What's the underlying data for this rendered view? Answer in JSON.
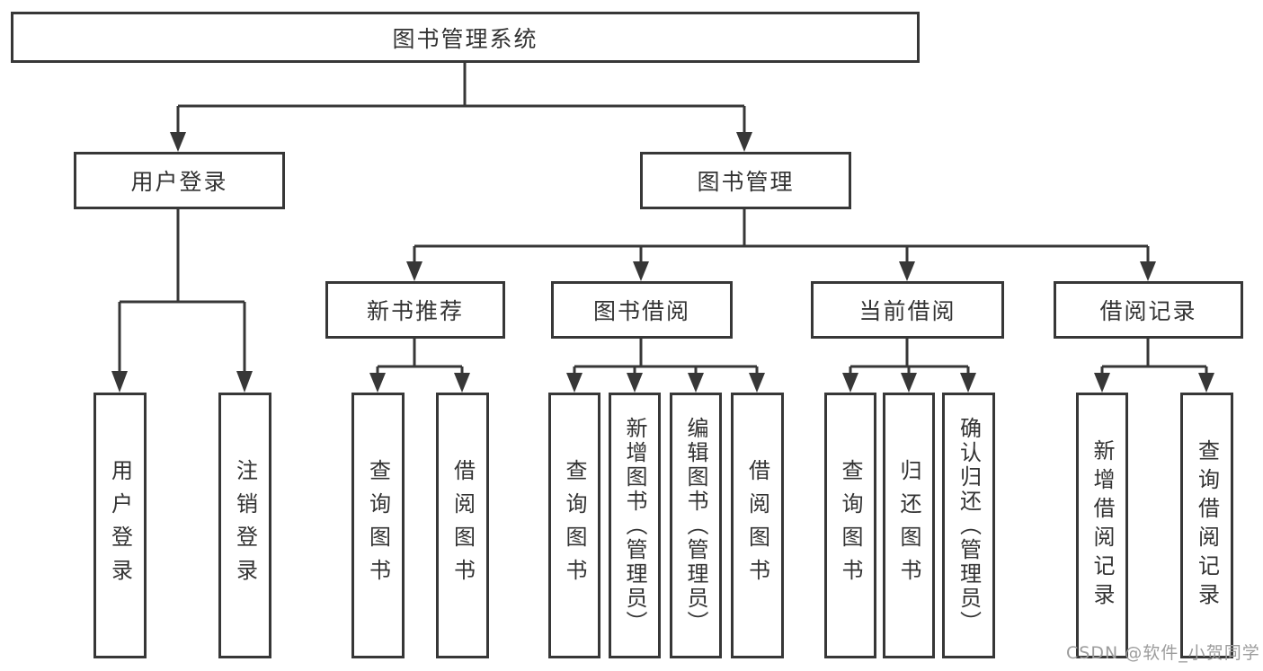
{
  "tree": {
    "root": {
      "label": "图书管理系统"
    },
    "branches": [
      {
        "label": "用户登录",
        "children": [
          {
            "label": "用户登录"
          },
          {
            "label": "注销登录"
          }
        ]
      },
      {
        "label": "图书管理",
        "children": [
          {
            "label": "新书推荐",
            "children": [
              {
                "label": "查询图书"
              },
              {
                "label": "借阅图书"
              }
            ]
          },
          {
            "label": "图书借阅",
            "children": [
              {
                "label": "查询图书"
              },
              {
                "label": "新增图书（管理员）"
              },
              {
                "label": "编辑图书（管理员）"
              },
              {
                "label": "借阅图书"
              }
            ]
          },
          {
            "label": "当前借阅",
            "children": [
              {
                "label": "查询图书"
              },
              {
                "label": "归还图书"
              },
              {
                "label": "确认归还（管理员）"
              }
            ]
          },
          {
            "label": "借阅记录",
            "children": [
              {
                "label": "新增借阅记录"
              },
              {
                "label": "查询借阅记录"
              }
            ]
          }
        ]
      }
    ]
  },
  "watermark": {
    "text": "CSDN @软件_小贺同学"
  },
  "colors": {
    "line": "#373737",
    "border": "#373737",
    "text": "#333333",
    "watermark": "#9c9c9c",
    "background": "#ffffff"
  }
}
